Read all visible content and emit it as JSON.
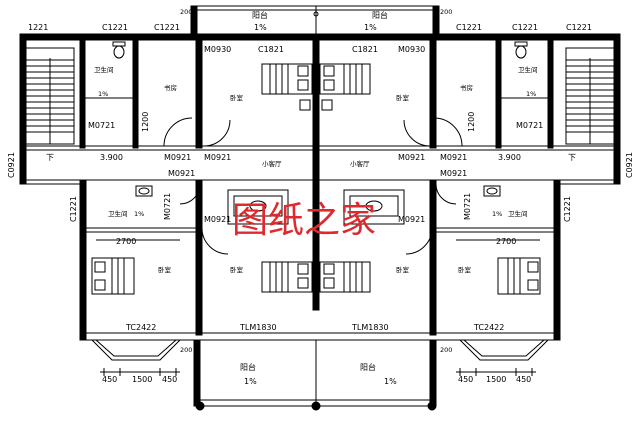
{
  "watermark": "图纸之家",
  "top_labels": {
    "balcony": "阳台",
    "slope": "1%",
    "dim_200": "200",
    "left_w1221": "1221",
    "c1221": "C1221",
    "m0930": "M0930",
    "c1821": "C1821",
    "m0721": "M0721",
    "m0921": "M0921",
    "c0921": "C0921",
    "h1200": "1200",
    "elev": "3.900",
    "down": "下"
  },
  "room_labels": {
    "bathroom": "卫生间",
    "study": "书房",
    "bedroom": "卧室",
    "small_living": "小客厅",
    "slope": "1%"
  },
  "bottom_labels": {
    "w2700": "2700",
    "tc2422": "TC2422",
    "tlm1830": "TLM1830",
    "d450": "450",
    "d1500": "1500",
    "balcony": "阳台",
    "slope": "1%",
    "dim_200": "200"
  },
  "colors": {
    "line": "#000000",
    "watermark": "#e0292c"
  }
}
